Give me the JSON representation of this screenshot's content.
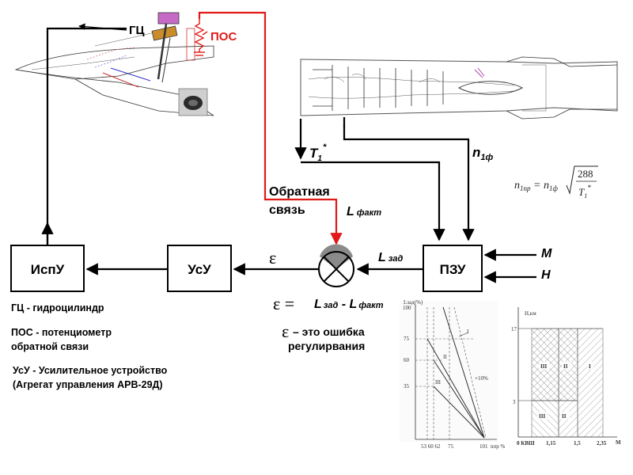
{
  "labels": {
    "gc": "ГЦ",
    "pos": "ПОС",
    "t1": "T",
    "t1_sup": "*",
    "t1_sub": "1",
    "n1f": "n",
    "n1f_sub": "1ф",
    "feedback_line1": "Обратная",
    "feedback_line2": "связь",
    "l_fakt": "L",
    "l_fakt_sub": "факт",
    "l_zad": "L",
    "l_zad_sub": "зад",
    "epsilon": "ε",
    "m": "M",
    "h": "H"
  },
  "blocks": {
    "ispu": "ИспУ",
    "usu": "УсУ",
    "pzu": "ПЗУ"
  },
  "formula": {
    "lhs": "n",
    "lhs_sub": "1пр",
    "eq": " = n",
    "eq_sub": "1ф",
    "num": "288",
    "den": "T",
    "den_sub": "1",
    "den_sup": "*"
  },
  "error_eq": {
    "eps": "ε",
    "eq": " = ",
    "lz": "L",
    "lz_sub": "зад",
    "minus": " - ",
    "lf": "L",
    "lf_sub": "факт"
  },
  "error_desc": {
    "eps": "ε",
    "line1": " – это ошибка",
    "line2": "регулирвания"
  },
  "legend": {
    "line1": "ГЦ - гидроцилиндр",
    "line2": "ПОС - потенциометр",
    "line3": "обратной связи",
    "line4": "УсУ - Усилительное устройство",
    "line5": "(Агрегат управления АРВ-29Д)"
  },
  "chart_left": {
    "ylabel": "Lзад(%)",
    "yticks": [
      "100",
      "75",
      "60",
      "35"
    ],
    "xticks": [
      "53 60 62",
      "75",
      "101"
    ],
    "xlabel": "nпр %",
    "curve_labels": [
      "I",
      "II",
      "III"
    ],
    "annotation": "+10%"
  },
  "chart_right": {
    "ylabel": "H,км",
    "yticks": [
      "17",
      "3"
    ],
    "xticks": [
      "0 КВШ",
      "1,15",
      "1,5",
      "2,35"
    ],
    "xlabel": "M",
    "zone_top": [
      "III",
      "II",
      "I"
    ],
    "zone_bottom": [
      "III",
      "II"
    ]
  }
}
